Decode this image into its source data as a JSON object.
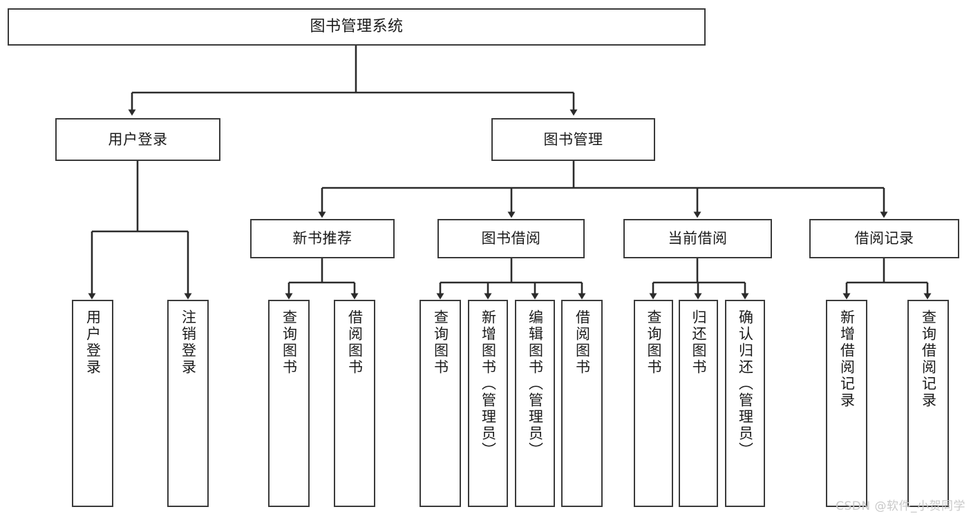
{
  "diagram": {
    "type": "hierarchy-tree",
    "title": "图书管理系统",
    "colors": {
      "box_border": "#3a3a3a",
      "box_fill": "#ffffff",
      "line": "#2b2b2b",
      "text": "#1b1b1b",
      "watermark": "#c9c9c9"
    },
    "root": {
      "label": "图书管理系统"
    },
    "level1": [
      {
        "id": "user-login",
        "label": "用户登录"
      },
      {
        "id": "book-management",
        "label": "图书管理"
      }
    ],
    "level2": [
      {
        "id": "new-book-recommend",
        "label": "新书推荐"
      },
      {
        "id": "book-borrow",
        "label": "图书借阅"
      },
      {
        "id": "current-borrow",
        "label": "当前借阅"
      },
      {
        "id": "borrow-record",
        "label": "借阅记录"
      }
    ],
    "leaves": {
      "user_login": [
        {
          "id": "leaf-user-login",
          "label": "用户登录"
        },
        {
          "id": "leaf-logout-login",
          "label": "注销登录"
        }
      ],
      "new_book_recommend": [
        {
          "id": "leaf-query-book-1",
          "label": "查询图书"
        },
        {
          "id": "leaf-borrow-book-1",
          "label": "借阅图书"
        }
      ],
      "book_borrow": [
        {
          "id": "leaf-query-book-2",
          "label": "查询图书"
        },
        {
          "id": "leaf-add-book",
          "label": "新增图书（管理员）"
        },
        {
          "id": "leaf-edit-book",
          "label": "编辑图书（管理员）"
        },
        {
          "id": "leaf-borrow-book-2",
          "label": "借阅图书"
        }
      ],
      "current_borrow": [
        {
          "id": "leaf-query-book-3",
          "label": "查询图书"
        },
        {
          "id": "leaf-return-book",
          "label": "归还图书"
        },
        {
          "id": "leaf-confirm-return",
          "label": "确认归还（管理员）"
        }
      ],
      "borrow_record": [
        {
          "id": "leaf-add-record",
          "label": "新增借阅记录"
        },
        {
          "id": "leaf-query-record",
          "label": "查询借阅记录"
        }
      ]
    },
    "watermark": "CSDN @软件_小贺同学"
  }
}
